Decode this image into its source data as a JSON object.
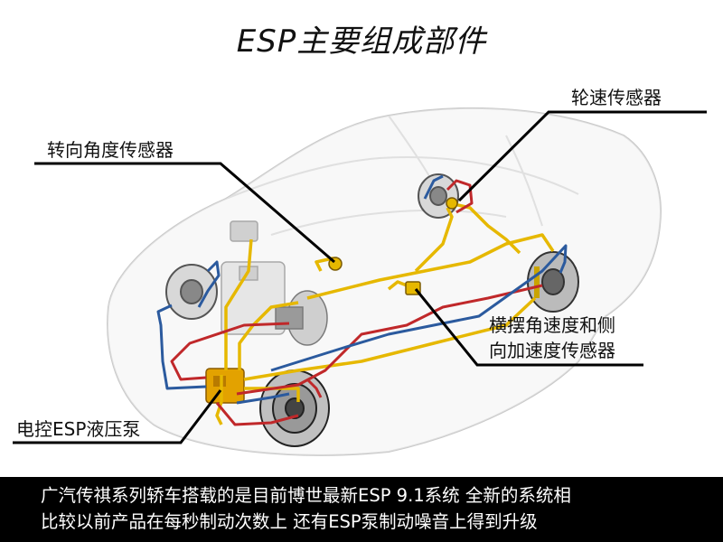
{
  "title": "ESP主要组成部件",
  "labels": {
    "wheel_speed_sensor": "轮速传感器",
    "steering_angle_sensor": "转向角度传感器",
    "yaw_sensor_line1": "横摆角速度和侧",
    "yaw_sensor_line2": "向加速度传感器",
    "esp_pump": "电控ESP液压泵"
  },
  "caption": {
    "line1": "广汽传祺系列轿车搭载的是目前博世最新ESP 9.1系统 全新的系统相",
    "line2": "比较以前产品在每秒制动次数上 还有ESP泵制动噪音上得到升级"
  }
}
